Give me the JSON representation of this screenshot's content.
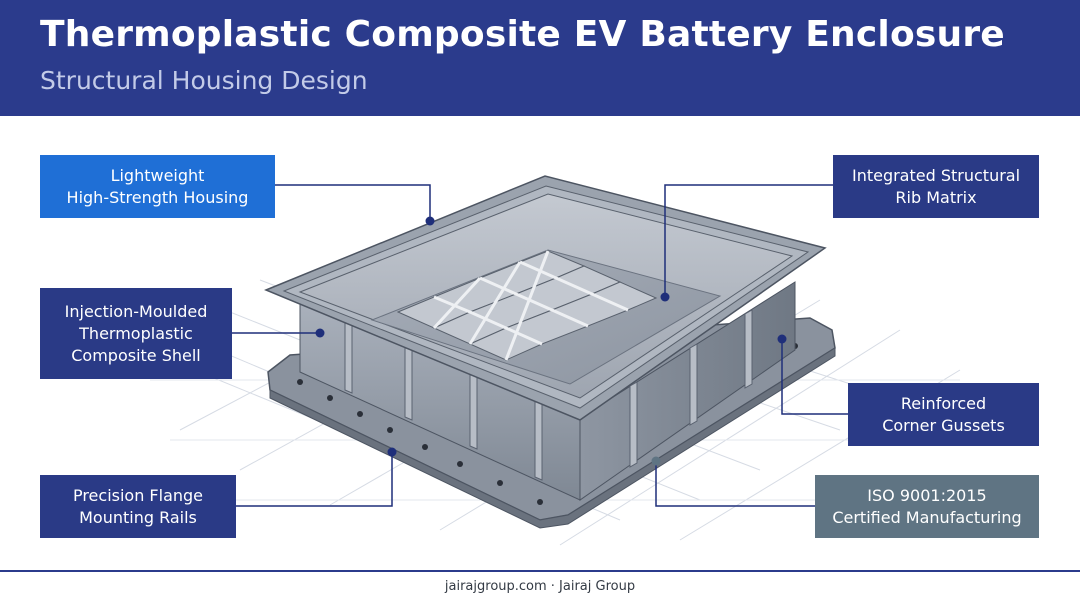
{
  "header": {
    "title": "Thermoplastic Composite EV Battery Enclosure",
    "subtitle": "Structural Housing Design"
  },
  "callouts": {
    "lightweight": {
      "line1": "Lightweight",
      "line2": "High-Strength Housing"
    },
    "injection": {
      "line1": "Injection-Moulded",
      "line2": "Thermoplastic",
      "line3": "Composite Shell"
    },
    "flange": {
      "line1": "Precision Flange",
      "line2": "Mounting Rails"
    },
    "rib": {
      "line1": "Integrated Structural",
      "line2": "Rib Matrix"
    },
    "gussets": {
      "line1": "Reinforced",
      "line2": "Corner Gussets"
    },
    "iso": {
      "line1": "ISO 9001:2015",
      "line2": "Certified Manufacturing"
    }
  },
  "footer": {
    "text": "jairajgroup.com · Jairaj Group"
  },
  "colors": {
    "header_bg": "#2b3b8c",
    "callout_blue": "#1f6fd6",
    "callout_navy": "#2a3a86",
    "callout_slate": "#5f7483",
    "leader_line": "#1f2f7a"
  }
}
